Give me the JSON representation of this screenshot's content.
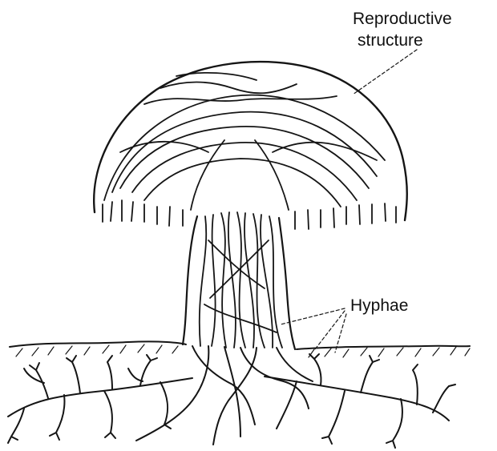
{
  "labels": {
    "reproductive_line1": "Reproductive",
    "reproductive_line2": "structure",
    "hyphae": "Hyphae"
  },
  "colors": {
    "ink": "#151515",
    "background": "#ffffff"
  }
}
